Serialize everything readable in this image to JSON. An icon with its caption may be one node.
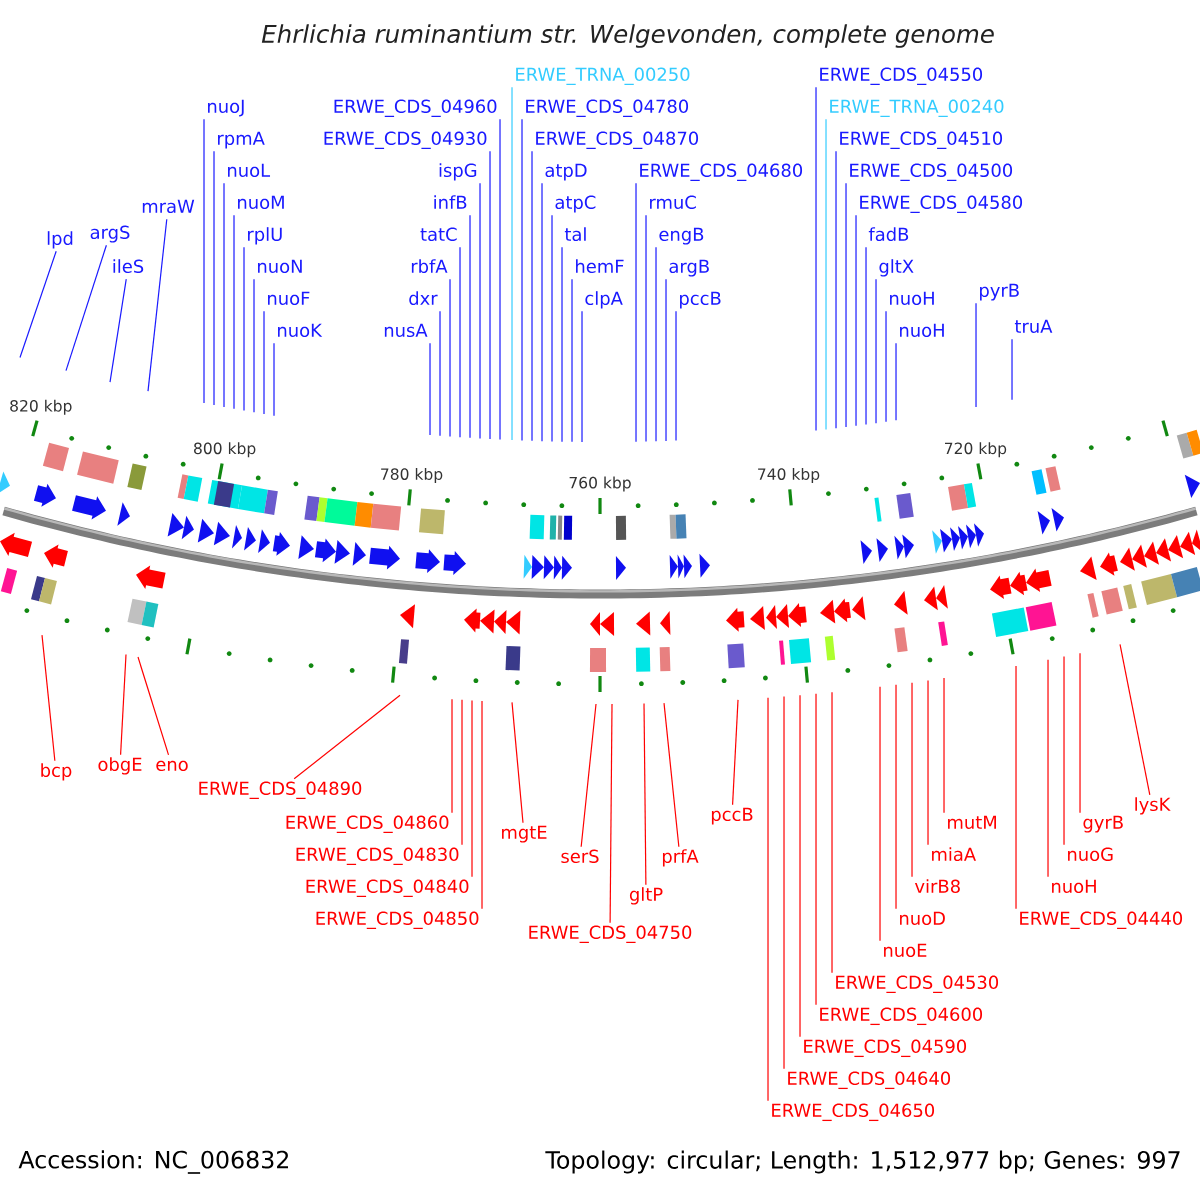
{
  "diagram": {
    "title": "Ehrlichia ruminantium str. Welgevonden, complete genome",
    "nodes": [
      {
        "text": [
          "ERWE_TRNA_00250"
        ]
      },
      {
        "text": [
          "ERWE_CDS_04550"
        ]
      },
      {
        "text": [
          "nuoJ"
        ]
      },
      {
        "text": [
          "ERWE_CDS_04960"
        ]
      },
      {
        "text": [
          "ERWE_CDS_04780"
        ]
      },
      {
        "text": [
          "ERWE_TRNA_00240"
        ]
      },
      {
        "text": [
          "rpmA"
        ]
      },
      {
        "text": [
          "ERWE_CDS_04930"
        ]
      },
      {
        "text": [
          "ERWE_CDS_04870"
        ]
      },
      {
        "text": [
          "ERWE_CDS_04510"
        ]
      },
      {
        "text": [
          "nuoL"
        ]
      },
      {
        "text": [
          "ispG"
        ]
      },
      {
        "text": [
          "atpD"
        ]
      },
      {
        "text": [
          "ERWE_CDS_04680"
        ]
      },
      {
        "text": [
          "ERWE_CDS_04500"
        ]
      },
      {
        "text": [
          "nuoM"
        ]
      },
      {
        "text": [
          "mraW"
        ]
      },
      {
        "text": [
          "infB"
        ]
      },
      {
        "text": [
          "atpC"
        ]
      },
      {
        "text": [
          "rmuC"
        ]
      },
      {
        "text": [
          "ERWE_CDS_04580"
        ]
      },
      {
        "text": [
          "argS"
        ]
      },
      {
        "text": [
          "lpd"
        ]
      },
      {
        "text": [
          "rplU"
        ]
      },
      {
        "text": [
          "tatC"
        ]
      },
      {
        "text": [
          "tal"
        ]
      },
      {
        "text": [
          "engB"
        ]
      },
      {
        "text": [
          "fadB"
        ]
      },
      {
        "text": [
          "ileS"
        ]
      },
      {
        "text": [
          "nuoN"
        ]
      },
      {
        "text": [
          "rbfA"
        ]
      },
      {
        "text": [
          "hemF"
        ]
      },
      {
        "text": [
          "argB"
        ]
      },
      {
        "text": [
          "gltX"
        ]
      },
      {
        "text": [
          "pyrB"
        ]
      },
      {
        "text": [
          "nuoF"
        ]
      },
      {
        "text": [
          "dxr"
        ]
      },
      {
        "text": [
          "clpA"
        ]
      },
      {
        "text": [
          "pccB"
        ]
      },
      {
        "text": [
          "nuoH"
        ]
      },
      {
        "text": [
          "truA"
        ]
      },
      {
        "text": [
          "nuoK"
        ]
      },
      {
        "text": [
          "nusA"
        ]
      },
      {
        "text": [
          "nuoH"
        ]
      },
      {
        "text": [
          "obgE"
        ]
      },
      {
        "text": [
          "eno"
        ]
      },
      {
        "text": [
          "bcp"
        ]
      },
      {
        "text": [
          "ERWE_CDS_04890"
        ]
      },
      {
        "text": [
          "lysK"
        ]
      },
      {
        "text": [
          "pccB"
        ]
      },
      {
        "text": [
          "ERWE_CDS_04860"
        ]
      },
      {
        "text": [
          "mutM"
        ]
      },
      {
        "text": [
          "gyrB"
        ]
      },
      {
        "text": [
          "mgtE"
        ]
      },
      {
        "text": [
          "serS"
        ]
      },
      {
        "text": [
          "ERWE_CDS_04830"
        ]
      },
      {
        "text": [
          "miaA"
        ]
      },
      {
        "text": [
          "nuoG"
        ]
      },
      {
        "text": [
          "prfA"
        ]
      },
      {
        "text": [
          "ERWE_CDS_04840"
        ]
      },
      {
        "text": [
          "virB8"
        ]
      },
      {
        "text": [
          "nuoH"
        ]
      },
      {
        "text": [
          "gltP"
        ]
      },
      {
        "text": [
          "ERWE_CDS_04850"
        ]
      },
      {
        "text": [
          "nuoD"
        ]
      },
      {
        "text": [
          "ERWE_CDS_04440"
        ]
      },
      {
        "text": [
          "ERWE_CDS_04750"
        ]
      },
      {
        "text": [
          "nuoE"
        ]
      },
      {
        "text": [
          "ERWE_CDS_04530"
        ]
      },
      {
        "text": [
          "ERWE_CDS_04600"
        ]
      },
      {
        "text": [
          "ERWE_CDS_04590"
        ]
      },
      {
        "text": [
          "ERWE_CDS_04640"
        ]
      },
      {
        "text": [
          "ERWE_CDS_04650"
        ]
      }
    ],
    "edges": [
      {
        "from": 0,
        "to": null,
        "arrow": "none",
        "color": "#33ccff"
      },
      {
        "from": 1,
        "to": null,
        "arrow": "none"
      },
      {
        "from": 2,
        "to": null,
        "arrow": "none"
      },
      {
        "from": 3,
        "to": null,
        "arrow": "none"
      },
      {
        "from": 4,
        "to": null,
        "arrow": "none"
      },
      {
        "from": 5,
        "to": null,
        "arrow": "none",
        "color": "#33ccff"
      },
      {
        "from": 6,
        "to": null,
        "arrow": "none"
      },
      {
        "from": 7,
        "to": null,
        "arrow": "none"
      },
      {
        "from": 8,
        "to": null,
        "arrow": "none"
      },
      {
        "from": 9,
        "to": null,
        "arrow": "none"
      },
      {
        "from": 10,
        "to": null,
        "arrow": "none"
      },
      {
        "from": 11,
        "to": null,
        "arrow": "none"
      },
      {
        "from": 12,
        "to": null,
        "arrow": "none"
      },
      {
        "from": 13,
        "to": null,
        "arrow": "none"
      },
      {
        "from": 14,
        "to": null,
        "arrow": "none"
      },
      {
        "from": 15,
        "to": null,
        "arrow": "none"
      },
      {
        "from": 16,
        "to": null,
        "arrow": "none"
      },
      {
        "from": 17,
        "to": null,
        "arrow": "none"
      },
      {
        "from": 18,
        "to": null,
        "arrow": "none"
      },
      {
        "from": 19,
        "to": null,
        "arrow": "none"
      },
      {
        "from": 20,
        "to": null,
        "arrow": "none"
      },
      {
        "from": 21,
        "to": null,
        "arrow": "none"
      },
      {
        "from": 22,
        "to": null,
        "arrow": "none"
      },
      {
        "from": 23,
        "to": null,
        "arrow": "none"
      },
      {
        "from": 24,
        "to": null,
        "arrow": "none"
      },
      {
        "from": 25,
        "to": null,
        "arrow": "none"
      },
      {
        "from": 26,
        "to": null,
        "arrow": "none"
      },
      {
        "from": 27,
        "to": null,
        "arrow": "none"
      },
      {
        "from": 28,
        "to": null,
        "arrow": "none"
      },
      {
        "from": 29,
        "to": null,
        "arrow": "none"
      },
      {
        "from": 30,
        "to": null,
        "arrow": "none"
      },
      {
        "from": 31,
        "to": null,
        "arrow": "none"
      },
      {
        "from": 32,
        "to": null,
        "arrow": "none"
      },
      {
        "from": 33,
        "to": null,
        "arrow": "none"
      },
      {
        "from": 34,
        "to": null,
        "arrow": "none"
      },
      {
        "from": 35,
        "to": null,
        "arrow": "none"
      },
      {
        "from": 36,
        "to": null,
        "arrow": "none"
      },
      {
        "from": 37,
        "to": null,
        "arrow": "none"
      },
      {
        "from": 38,
        "to": null,
        "arrow": "none"
      },
      {
        "from": 39,
        "to": null,
        "arrow": "none"
      },
      {
        "from": 40,
        "to": null,
        "arrow": "none"
      },
      {
        "from": 41,
        "to": null,
        "arrow": "none"
      },
      {
        "from": 42,
        "to": null,
        "arrow": "none"
      },
      {
        "from": 43,
        "to": null,
        "arrow": "none"
      },
      {
        "from": 44,
        "to": null,
        "arrow": "none",
        "color": "#ff0000"
      },
      {
        "from": 45,
        "to": null,
        "arrow": "none",
        "color": "#ff0000"
      },
      {
        "from": 46,
        "to": null,
        "arrow": "none",
        "color": "#ff0000"
      },
      {
        "from": 47,
        "to": null,
        "arrow": "none",
        "color": "#ff0000"
      },
      {
        "from": 48,
        "to": null,
        "arrow": "none",
        "color": "#ff0000"
      },
      {
        "from": 49,
        "to": null,
        "arrow": "none",
        "color": "#ff0000"
      },
      {
        "from": 50,
        "to": null,
        "arrow": "none",
        "color": "#ff0000"
      },
      {
        "from": 51,
        "to": null,
        "arrow": "none",
        "color": "#ff0000"
      },
      {
        "from": 52,
        "to": null,
        "arrow": "none",
        "color": "#ff0000"
      },
      {
        "from": 53,
        "to": null,
        "arrow": "none",
        "color": "#ff0000"
      },
      {
        "from": 54,
        "to": null,
        "arrow": "none",
        "color": "#ff0000"
      },
      {
        "from": 55,
        "to": null,
        "arrow": "none",
        "color": "#ff0000"
      },
      {
        "from": 56,
        "to": null,
        "arrow": "none",
        "color": "#ff0000"
      },
      {
        "from": 57,
        "to": null,
        "arrow": "none",
        "color": "#ff0000"
      },
      {
        "from": 58,
        "to": null,
        "arrow": "none",
        "color": "#ff0000"
      },
      {
        "from": 59,
        "to": null,
        "arrow": "none",
        "color": "#ff0000"
      },
      {
        "from": 60,
        "to": null,
        "arrow": "none",
        "color": "#ff0000"
      },
      {
        "from": 61,
        "to": null,
        "arrow": "none",
        "color": "#ff0000"
      },
      {
        "from": 62,
        "to": null,
        "arrow": "none",
        "color": "#ff0000"
      },
      {
        "from": 63,
        "to": null,
        "arrow": "none",
        "color": "#ff0000"
      },
      {
        "from": 64,
        "to": null,
        "arrow": "none",
        "color": "#ff0000"
      },
      {
        "from": 65,
        "to": null,
        "arrow": "none",
        "color": "#ff0000"
      },
      {
        "from": 66,
        "to": null,
        "arrow": "none",
        "color": "#ff0000"
      },
      {
        "from": 67,
        "to": null,
        "arrow": "none",
        "color": "#ff0000"
      },
      {
        "from": 68,
        "to": null,
        "arrow": "none",
        "color": "#ff0000"
      },
      {
        "from": 69,
        "to": null,
        "arrow": "none",
        "color": "#ff0000"
      },
      {
        "from": 70,
        "to": null,
        "arrow": "none",
        "color": "#ff0000"
      },
      {
        "from": 71,
        "to": null,
        "arrow": "none",
        "color": "#ff0000"
      },
      {
        "from": 72,
        "to": null,
        "arrow": "none",
        "color": "#ff0000"
      }
    ],
    "labels": [
      "820 kbp",
      "800 kbp",
      "780 kbp",
      "760 kbp",
      "740 kbp",
      "720 kbp",
      "Accession: NC_006832",
      "Topology: circular; Length: 1,512,977 bp; Genes: 997"
    ]
  }
}
